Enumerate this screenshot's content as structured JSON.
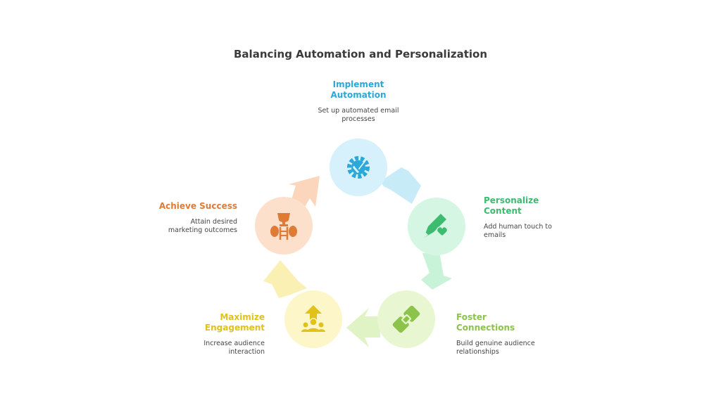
{
  "title": "Balancing Automation and Personalization",
  "steps": [
    {
      "title_lines": [
        "Implement",
        "Automation"
      ],
      "desc_lines": [
        "Set up automated email",
        "processes"
      ],
      "color": "#2aa8d8",
      "fill": "#d6f1fb",
      "icon": "gear-check-icon"
    },
    {
      "title_lines": [
        "Personalize",
        "Content"
      ],
      "desc_lines": [
        "Add human touch to",
        "emails"
      ],
      "color": "#3dbb6e",
      "fill": "#d5f6e2",
      "icon": "pencil-heart-icon"
    },
    {
      "title_lines": [
        "Foster",
        "Connections"
      ],
      "desc_lines": [
        "Build genuine audience",
        "relationships"
      ],
      "color": "#8cc34a",
      "fill": "#e8f7d2",
      "icon": "handshake-icon"
    },
    {
      "title_lines": [
        "Maximize",
        "Engagement"
      ],
      "desc_lines": [
        "Increase audience",
        "interaction"
      ],
      "color": "#e0c21a",
      "fill": "#fdf6c8",
      "icon": "audience-arrow-icon"
    },
    {
      "title_lines": [
        "Achieve Success"
      ],
      "desc_lines": [
        "Attain desired",
        "marketing outcomes"
      ],
      "color": "#e07b35",
      "fill": "#fde0cc",
      "icon": "trophy-ladder-icon"
    }
  ]
}
